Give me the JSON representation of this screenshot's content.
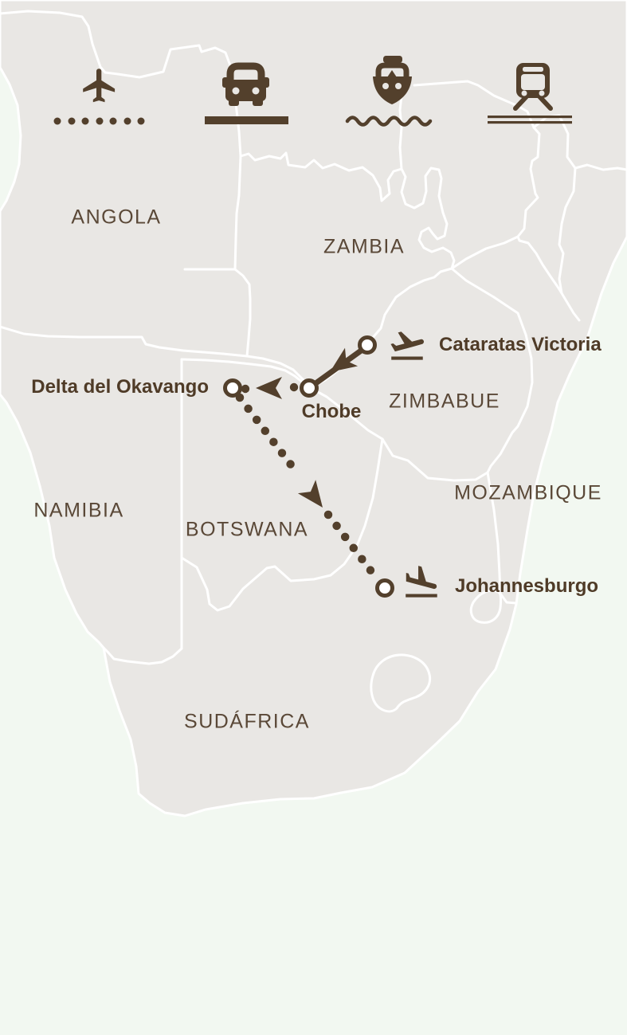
{
  "legend": {
    "items": [
      {
        "icon": "plane-icon",
        "line_style": "dotted",
        "mode": "flight"
      },
      {
        "icon": "car-icon",
        "line_style": "solid",
        "mode": "road"
      },
      {
        "icon": "boat-icon",
        "line_style": "wavy",
        "mode": "boat"
      },
      {
        "icon": "train-icon",
        "line_style": "double",
        "mode": "train"
      }
    ]
  },
  "countries": [
    {
      "name": "ANGOLA"
    },
    {
      "name": "ZAMBIA"
    },
    {
      "name": "ZIMBABUE"
    },
    {
      "name": "NAMIBIA"
    },
    {
      "name": "BOTSWANA"
    },
    {
      "name": "MOZAMBIQUE"
    },
    {
      "name": "SUDÁFRICA"
    }
  ],
  "waypoints": [
    {
      "label": "Cataratas Victoria",
      "marker": "circle",
      "icon": "plane-takeoff-icon"
    },
    {
      "label": "Chobe",
      "marker": "circle",
      "icon": ""
    },
    {
      "label": "Delta del Okavango",
      "marker": "circle",
      "icon": ""
    },
    {
      "label": "Johannesburgo",
      "marker": "circle",
      "icon": "plane-landing-icon"
    }
  ],
  "routes": [
    {
      "from": "Cataratas Victoria",
      "to": "Chobe",
      "style": "solid",
      "mode": "road"
    },
    {
      "from": "Chobe",
      "to": "Delta del Okavango",
      "style": "dotted",
      "mode": "flight"
    },
    {
      "from": "Delta del Okavango",
      "to": "Johannesburgo",
      "style": "dotted",
      "mode": "flight"
    }
  ],
  "colors": {
    "route_brown": "#53402c",
    "label_brown": "#5a4837",
    "land": "#e9e7e4",
    "ocean": "#f2f8f1",
    "border": "#ffffff"
  }
}
